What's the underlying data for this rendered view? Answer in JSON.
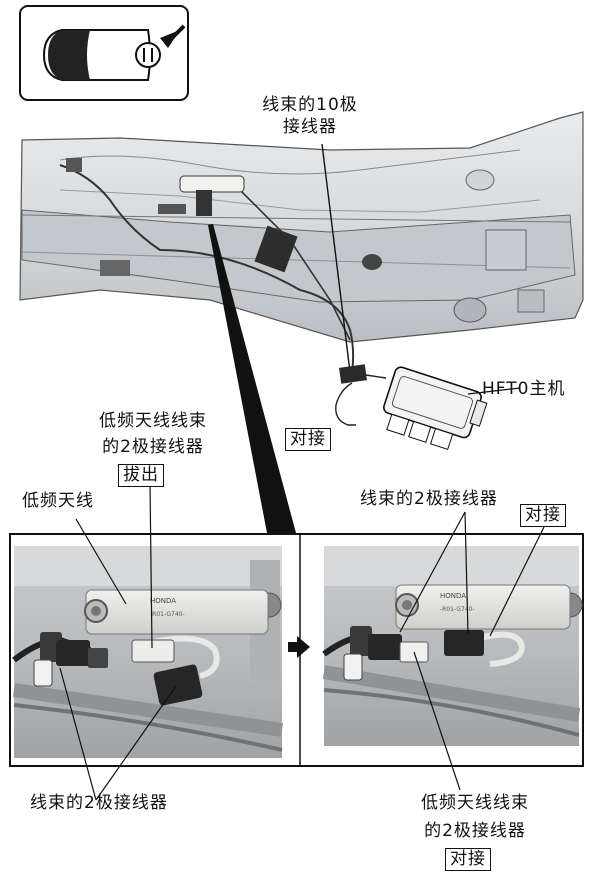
{
  "labels": {
    "harness_10p_line1": "线束的10极",
    "harness_10p_line2": "接线器",
    "hfto_unit": "HFT0主机",
    "connect_top": "对接",
    "lf_harness_2p_line1": "低频天线线束",
    "lf_harness_2p_line2": "的2极接线器",
    "disconnect": "拔出",
    "lf_antenna": "低频天线",
    "harness_2p_right": "线束的2极接线器",
    "connect_right": "对接",
    "harness_2p_bottom": "线束的2极接线器",
    "lf_harness_2p_bottom_line1": "低频天线线束",
    "lf_harness_2p_bottom_line2": "的2极接线器",
    "connect_bottom": "对接"
  },
  "plate_text": {
    "brand": "HONDA",
    "code": "-R01-G740-"
  },
  "icons": {
    "locator": "vehicle-rear-locator-icon",
    "flow_arrow": "right-arrow-icon"
  }
}
